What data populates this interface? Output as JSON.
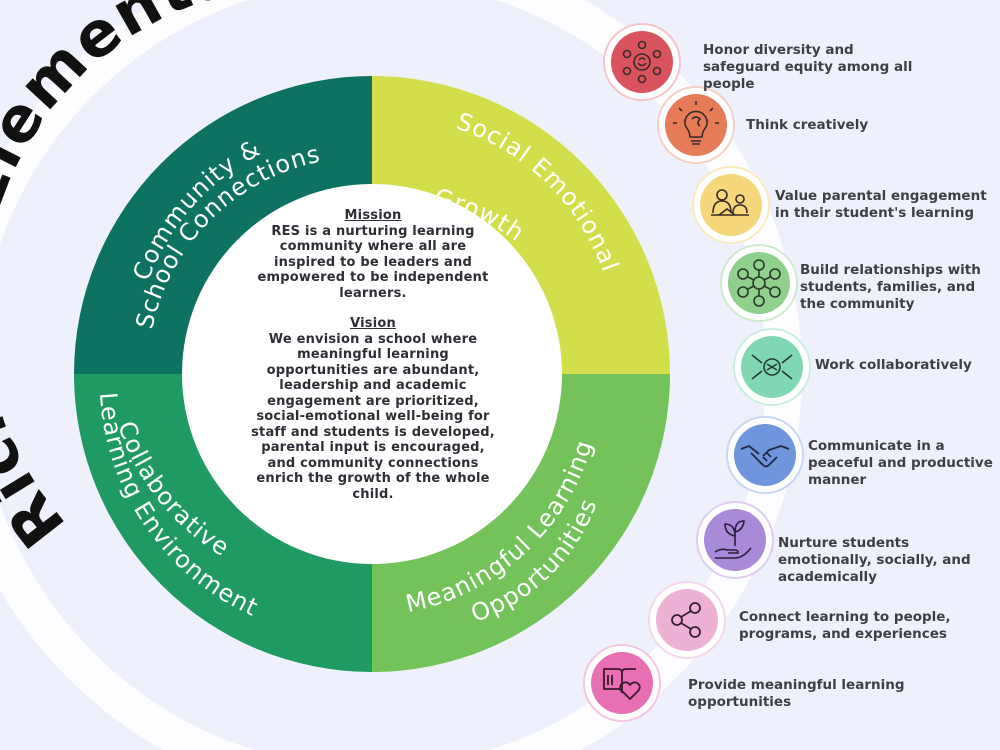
{
  "title": "Richford Elementary",
  "quadrants": {
    "top_left": {
      "label_lines": [
        "Community &",
        "School Connections"
      ],
      "color": "#0e7263"
    },
    "top_right": {
      "label_lines": [
        "Social Emotional",
        "Growth"
      ],
      "color": "#d2df4a"
    },
    "bottom_left": {
      "label_lines": [
        "Collaborative",
        "Learning Environment"
      ],
      "color": "#1f9a63"
    },
    "bottom_right": {
      "label_lines": [
        "Meaningful Learning",
        "Opportunities"
      ],
      "color": "#73c25a"
    }
  },
  "mission": {
    "heading": "Mission",
    "text": "RES is a nurturing learning community where all are inspired to be leaders and empowered to be independent learners."
  },
  "vision": {
    "heading": "Vision",
    "text": "We envision a school where meaningful learning opportunities are abundant, leadership and academic engagement are prioritized, social-emotional well-being for staff and students is developed, parental input is encouraged, and community connections enrich the growth of the whole child."
  },
  "values": [
    {
      "text": "Honor diversity and safeguard equity among all people",
      "icon": "diversity-icon",
      "color": "#d9535f"
    },
    {
      "text": "Think creatively",
      "icon": "lightbulb-brain-icon",
      "color": "#e57b57"
    },
    {
      "text": "Value parental engagement in their student's learning",
      "icon": "parent-child-reading-icon",
      "color": "#f6d77b"
    },
    {
      "text": "Build relationships with students, families, and the community",
      "icon": "network-people-icon",
      "color": "#8fd08d"
    },
    {
      "text": "Work collaboratively",
      "icon": "collaboration-hands-icon",
      "color": "#7fd7b3"
    },
    {
      "text": "Communicate in a peaceful and productive manner",
      "icon": "handshake-icon",
      "color": "#6f95dd"
    },
    {
      "text": "Nurture students emotionally, socially, and academically",
      "icon": "sprout-hand-icon",
      "color": "#a98ad9"
    },
    {
      "text": "Connect learning to people, programs, and experiences",
      "icon": "share-nodes-icon",
      "color": "#eeb1d6"
    },
    {
      "text": "Provide meaningful learning opportunities",
      "icon": "book-heart-icon",
      "color": "#e86fb2"
    }
  ]
}
